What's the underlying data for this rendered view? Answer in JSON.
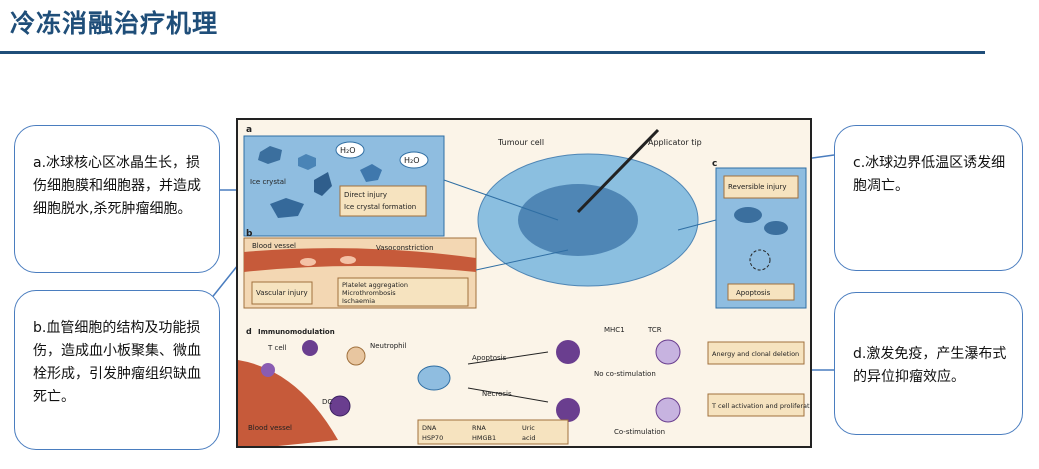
{
  "page_title": "冷冻消融治疗机理",
  "callouts": {
    "a": "a.冰球核心区冰晶生长，损伤细胞膜和细胞器，并造成细胞脱水,杀死肿瘤细胞。",
    "b": "b.血管细胞的结构及功能损伤，造成血小板聚集、微血栓形成，引发肿瘤组织缺血死亡。",
    "c": "c.冰球边界低温区诱发细胞凋亡。",
    "d": "d.激发免疫，产生瀑布式的异位抑瘤效应。"
  },
  "figure": {
    "panel_labels": {
      "a": "a",
      "b": "b",
      "c": "c",
      "d": "d"
    },
    "top": {
      "tumour_cell": "Tumour cell",
      "applicator_tip": "Applicator tip"
    },
    "panel_a": {
      "ice_crystal": "Ice crystal",
      "h2o": "H₂O",
      "bullets": [
        "Direct injury",
        "Ice crystal formation"
      ]
    },
    "panel_b": {
      "blood_vessel": "Blood vessel",
      "vasoconstriction": "Vasoconstriction",
      "vascular_injury": "Vascular injury",
      "bullets": [
        "Platelet aggregation",
        "Microthrombosis",
        "Ischaemia"
      ]
    },
    "panel_c": {
      "reversible_injury": "Reversible injury",
      "apoptosis": "Apoptosis"
    },
    "panel_d": {
      "title": "Immunomodulation",
      "t_cell": "T cell",
      "neutrophil": "Neutrophil",
      "dc": "DC",
      "blood_vessel": "Blood vessel",
      "apoptosis": "Apoptosis",
      "necrosis": "Necrosis",
      "mhc1": "MHC1",
      "tcr": "TCR",
      "no_costim": "No co-stimulation",
      "costim": "Co-stimulation",
      "anergy": "Anergy and clonal deletion",
      "activation": "T cell activation and proliferation",
      "molecules": [
        "DNA",
        "RNA",
        "Uric",
        "HSP70",
        "HMGB1",
        "acid"
      ]
    }
  }
}
